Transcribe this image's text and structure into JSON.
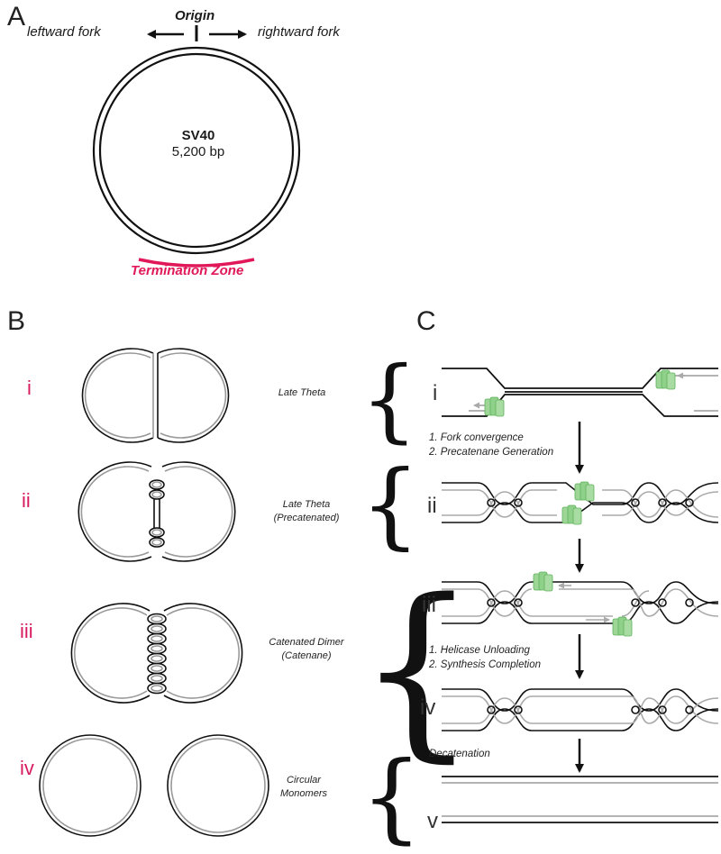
{
  "panels": {
    "a": "A",
    "b": "B",
    "c": "C"
  },
  "panel_a": {
    "origin": "Origin",
    "leftward": "leftward fork",
    "rightward": "rightward fork",
    "plasmid_name": "SV40",
    "plasmid_size": "5,200 bp",
    "termination": "Termination Zone",
    "termination_color": "#e0185a"
  },
  "panel_b": {
    "rows": [
      {
        "numeral": "i",
        "label_line1": "Late Theta",
        "label_line2": ""
      },
      {
        "numeral": "ii",
        "label_line1": "Late Theta",
        "label_line2": "(Precatenated)"
      },
      {
        "numeral": "iii",
        "label_line1": "Catenated Dimer",
        "label_line2": "(Catenane)"
      },
      {
        "numeral": "iv",
        "label_line1": "Circular",
        "label_line2": "Monomers"
      }
    ],
    "numeral_color": "#d81b60"
  },
  "panel_c": {
    "rows": [
      "i",
      "ii",
      "iii",
      "iv",
      "v"
    ],
    "step1": {
      "line1": "1. Fork convergence",
      "line2": "2. Precatenane Generation"
    },
    "step2": {
      "line1": "1. Helicase Unloading",
      "line2": "2. Synthesis Completion"
    },
    "step3": {
      "line1": "Decatenation"
    },
    "helicase_color": "#8fd18a",
    "brace_glyph": "{"
  }
}
